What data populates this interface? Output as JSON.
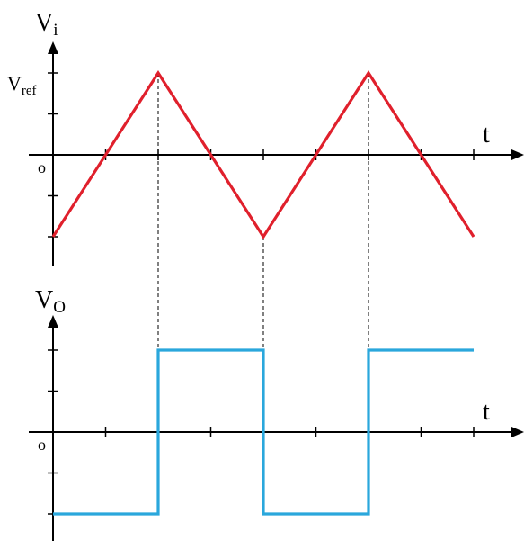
{
  "top_plot": {
    "y_axis_label": "V",
    "y_axis_label_sub": "i",
    "x_axis_label": "t",
    "origin_label": "o",
    "ref_label": "V",
    "ref_label_sub": "ref",
    "ref_color": "#e8168a",
    "wave_color": "#e0202c",
    "wave_type": "triangle"
  },
  "bottom_plot": {
    "y_axis_label": "V",
    "y_axis_label_sub": "O",
    "x_axis_label": "t",
    "origin_label": "o",
    "wave_color": "#2aa7dc",
    "wave_type": "square"
  },
  "chart_data": [
    {
      "type": "line",
      "series": [
        {
          "x": [
            0,
            2,
            4,
            6,
            8
          ],
          "y": [
            -2,
            2,
            -2,
            2,
            -2
          ]
        }
      ],
      "xlim": [
        -0.5,
        8.5
      ],
      "ylim": [
        -2.5,
        2.5
      ]
    },
    {
      "type": "line",
      "series": [
        {
          "x": [
            0,
            2,
            2,
            4,
            4,
            6,
            6,
            8
          ],
          "y": [
            -2,
            -2,
            2,
            2,
            -2,
            -2,
            2,
            2
          ]
        }
      ],
      "xlim": [
        -0.5,
        8.5
      ],
      "ylim": [
        -2.5,
        2.5
      ]
    }
  ]
}
